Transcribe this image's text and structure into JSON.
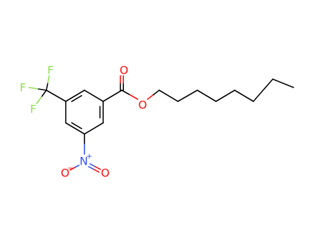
{
  "molecule": {
    "atoms": {
      "o_carbonyl": {
        "symbol": "O",
        "color": "#ff0d0d"
      },
      "o_ester": {
        "symbol": "O",
        "color": "#ff0d0d"
      },
      "f_top": {
        "symbol": "F",
        "color": "#90e050"
      },
      "f_left": {
        "symbol": "F",
        "color": "#90e050"
      },
      "f_bottom": {
        "symbol": "F",
        "color": "#90e050"
      },
      "n_nitro": {
        "symbol": "N",
        "color": "#3050f8",
        "charge": "+"
      },
      "o_nitro_left": {
        "symbol": "O",
        "color": "#ff0d0d",
        "charge": "−"
      },
      "o_nitro_right": {
        "symbol": "O",
        "color": "#ff0d0d"
      }
    },
    "colors": {
      "carbon_bond": "#000000",
      "oxygen": "#ff0d0d",
      "fluorine": "#90e050",
      "nitrogen": "#3050f8"
    }
  }
}
